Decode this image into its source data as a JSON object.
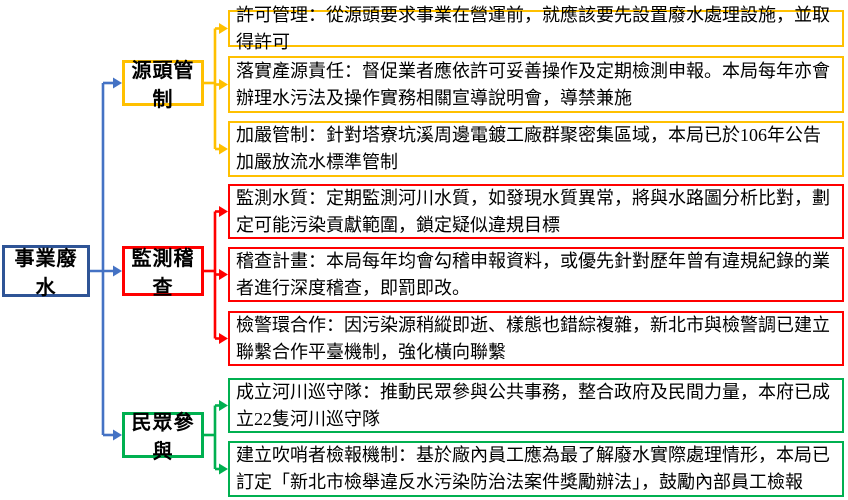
{
  "colors": {
    "root_border": "#2F5496",
    "connector_blue": "#4472C4",
    "branch_source_control": "#FFC000",
    "branch_monitoring": "#FF0000",
    "branch_public_participation": "#00B050",
    "box_fill": "#FFFFFF",
    "text": "#000000"
  },
  "diagram": {
    "root": {
      "label": "事業廢水"
    },
    "branches": [
      {
        "label": "源頭管制",
        "color": "#FFC000",
        "items": [
          "許可管理：從源頭要求事業在營運前，就應該要先設置廢水處理設施，並取得許可",
          "落實產源責任：督促業者應依許可妥善操作及定期檢測申報。本局每年亦會辦理水污法及操作實務相關宣導說明會，導禁兼施",
          "加嚴管制：針對塔寮坑溪周邊電鍍工廠群聚密集區域，本局已於106年公告加嚴放流水標準管制"
        ]
      },
      {
        "label": "監測稽查",
        "color": "#FF0000",
        "items": [
          "監測水質：定期監測河川水質，如發現水質異常，將與水路圖分析比對，劃定可能污染貢獻範圍，鎖定疑似違規目標",
          "稽查計畫：本局每年均會勾稽申報資料，或優先針對歷年曾有違規紀錄的業者進行深度稽查，即罰即改。",
          "檢警環合作：因污染源稍縱即逝、樣態也錯綜複雜，新北市與檢警調已建立聯繫合作平臺機制，強化橫向聯繫"
        ]
      },
      {
        "label": "民眾參與",
        "color": "#00B050",
        "items": [
          "成立河川巡守隊：推動民眾參與公共事務，整合政府及民間力量，本府已成立22隻河川巡守隊",
          "建立吹哨者檢報機制：基於廠內員工應為最了解廢水實際處理情形，本局已訂定「新北市檢舉違反水污染防治法案件獎勵辦法」，鼓勵內部員工檢報"
        ]
      }
    ]
  }
}
